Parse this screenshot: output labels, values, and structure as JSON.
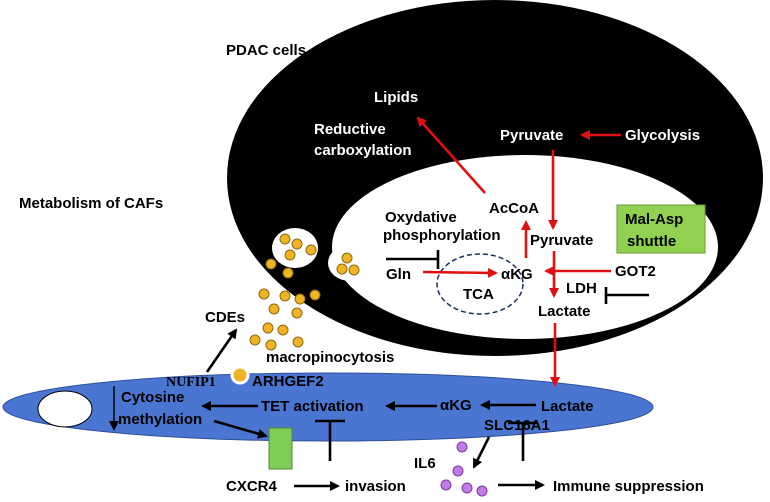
{
  "title": "PDAC cells",
  "caf_title": "Metabolism of CAFs",
  "pdac": {
    "lipids": "Lipids",
    "reductive_line1": "Reductive",
    "reductive_line2": "carboxylation",
    "pyruvate_top": "Pyruvate",
    "glycolysis": "Glycolysis",
    "acoa": "AcCoA",
    "oxphos_line1": "Oxydative",
    "oxphos_line2": "phosphorylation",
    "pyruvate_inner": "Pyruvate",
    "gln": "Gln",
    "akg": "αKG",
    "tca": "TCA",
    "got2": "GOT2",
    "ldh": "LDH",
    "lactate": "Lactate",
    "mal_asp_line1": "Mal-Asp",
    "mal_asp_line2": "shuttle"
  },
  "caf": {
    "cdes": "CDEs",
    "macropinocytosis": "macropinocytosis",
    "nufip1": "NUFIP1",
    "arhgef2": "ARHGEF2",
    "cytosine_line1": "Cytosine",
    "cytosine_line2": "methylation",
    "tet": "TET activation",
    "akg": "αKG",
    "lactate": "Lactate",
    "slc16a1": "SLC16A1",
    "il6": "IL6",
    "cxcr4": "CXCR4",
    "invasion": "invasion",
    "immune": "Immune suppression"
  },
  "colors": {
    "cell": "#000000",
    "nucleus_pdac": "#ffffff",
    "caf_body": "#4a76d2",
    "vesicle": "#f0b323",
    "il6_dot": "#c27be6",
    "shuttle_box": "#92d050",
    "arrow_red": "#e01010"
  }
}
